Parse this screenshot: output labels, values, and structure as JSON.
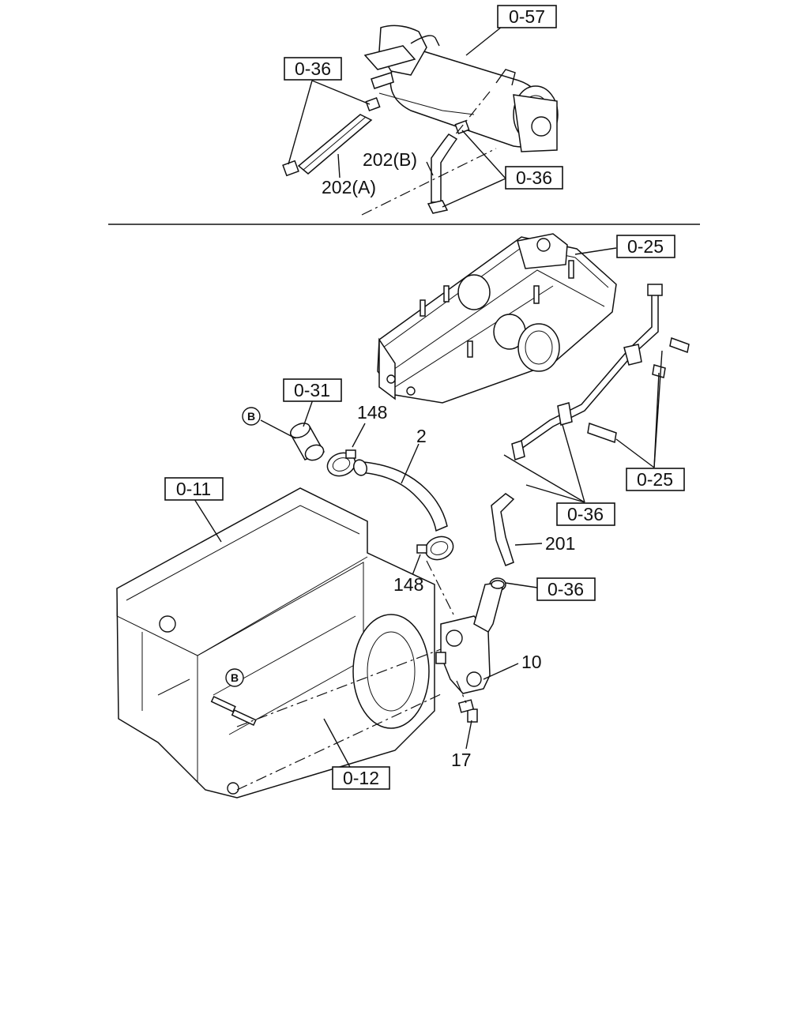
{
  "reference_boxes": {
    "r057": "0-57",
    "r036_top_left": "0-36",
    "r036_top_right": "0-36",
    "r025_top": "0-25",
    "r031": "0-31",
    "r011": "0-11",
    "r025_right": "0-25",
    "r036_mid": "0-36",
    "r036_low": "0-36",
    "r012": "0-12"
  },
  "part_labels": {
    "p202a": "202(A)",
    "p202b": "202(B)",
    "p148_top": "148",
    "p2": "2",
    "p201": "201",
    "p148_low": "148",
    "p10": "10",
    "p17": "17"
  },
  "connector_marks": {
    "b_top": "B",
    "b_low": "B"
  }
}
